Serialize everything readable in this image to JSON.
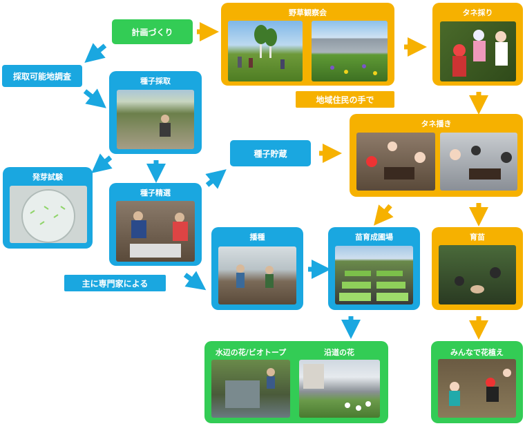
{
  "colors": {
    "blue": "#1aa7e0",
    "orange": "#f6b100",
    "green": "#33cc55"
  },
  "nodes": {
    "plan": "計画づくり",
    "observation": "野草観察会",
    "collect_seeds": "タネ採り",
    "local_residents": "地域住民の手で",
    "survey": "採取可能地調査",
    "seed_collection": "種子採取",
    "germination": "発芽試験",
    "seed_selection": "種子精選",
    "storage": "種子貯蔵",
    "sowing_event": "タネ播き",
    "experts": "主に専門家による",
    "sowing": "播種",
    "nursery": "苗育成圃場",
    "seedling": "育苗",
    "waterside": "水辺の花/ビオトープ",
    "roadside": "沿道の花",
    "planting": "みんなで花植え"
  }
}
